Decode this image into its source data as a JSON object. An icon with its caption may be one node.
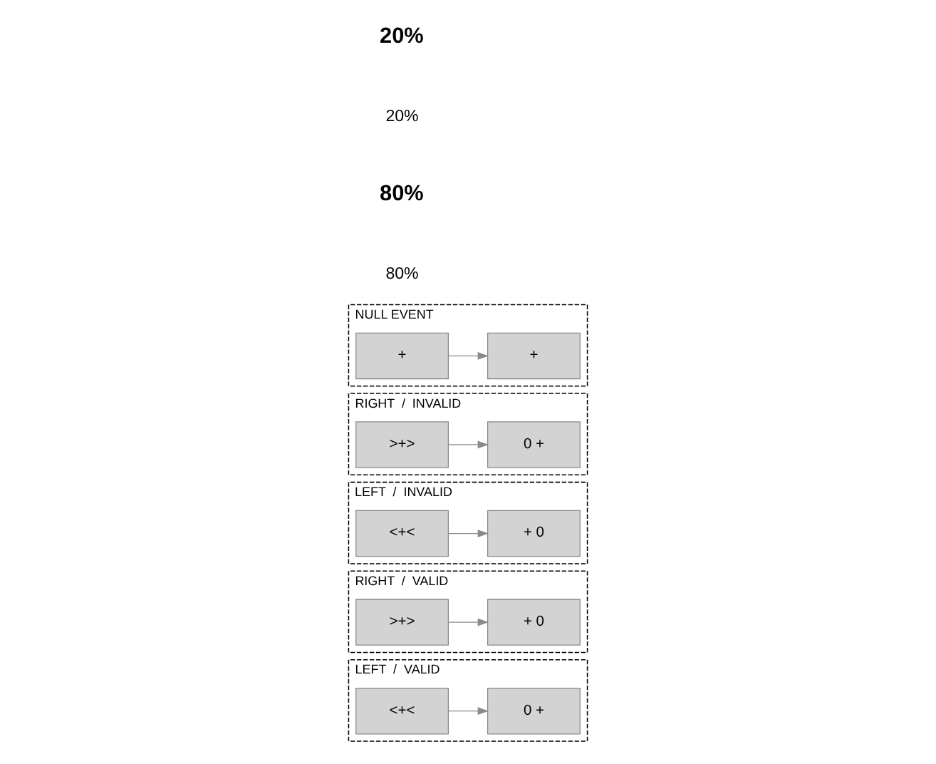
{
  "diagram": {
    "nodes": [
      {
        "text": [
          "LEFT  /  VALID"
        ]
      },
      {
        "text": [
          "0 +"
        ],
        "in": 0
      },
      {
        "text": [
          "<+<"
        ],
        "in": 0
      },
      {
        "text": [
          "RIGHT  /  VALID"
        ]
      },
      {
        "text": [
          "+ 0"
        ],
        "in": 3
      },
      {
        "text": [
          ">+>"
        ],
        "in": 3
      },
      {
        "text": [
          "LEFT  /  INVALID"
        ]
      },
      {
        "text": [
          "+ 0"
        ],
        "in": 6
      },
      {
        "text": [
          "<+<"
        ],
        "in": 6
      },
      {
        "text": [
          "RIGHT  /  INVALID"
        ]
      },
      {
        "text": [
          "0 +"
        ],
        "in": 9
      },
      {
        "text": [
          ">+>"
        ],
        "in": 9
      },
      {
        "text": [
          "NULL EVENT"
        ]
      },
      {
        "text": [
          "+"
        ],
        "in": 12
      },
      {
        "text": [
          "+"
        ],
        "in": 12
      }
    ],
    "edges": [
      {
        "from": 2,
        "to": 1,
        "arrow": "to"
      },
      {
        "from": 5,
        "to": 4,
        "arrow": "to"
      },
      {
        "from": 8,
        "to": 7,
        "arrow": "to"
      },
      {
        "from": 11,
        "to": 10,
        "arrow": "to"
      },
      {
        "from": 14,
        "to": 13,
        "arrow": "to"
      }
    ],
    "labels": [
      "80%",
      "80%",
      "20%",
      "20%"
    ]
  }
}
